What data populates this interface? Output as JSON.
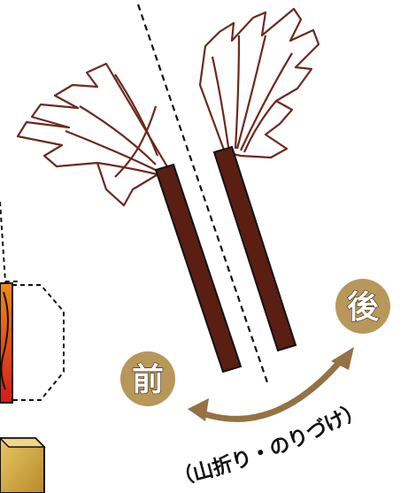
{
  "labels": {
    "front": "前",
    "back": "後",
    "fold_note": "（山折り・のりづけ）"
  },
  "colors": {
    "stick": "#5a1e12",
    "stick_outline": "#111111",
    "paper_fill": "#ffffff",
    "paper_outline": "#6b2a1e",
    "badge": "#b8975a",
    "arrow": "#957244",
    "gradient_red": "#d31c18",
    "gradient_orange": "#f08a1a",
    "gold_block": "#d8b24a",
    "dash_line": "#111111"
  },
  "icons": {
    "left_stick": "gohei-stick-left",
    "right_stick": "gohei-stick-right",
    "arrow": "double-headed-curved-arrow"
  }
}
